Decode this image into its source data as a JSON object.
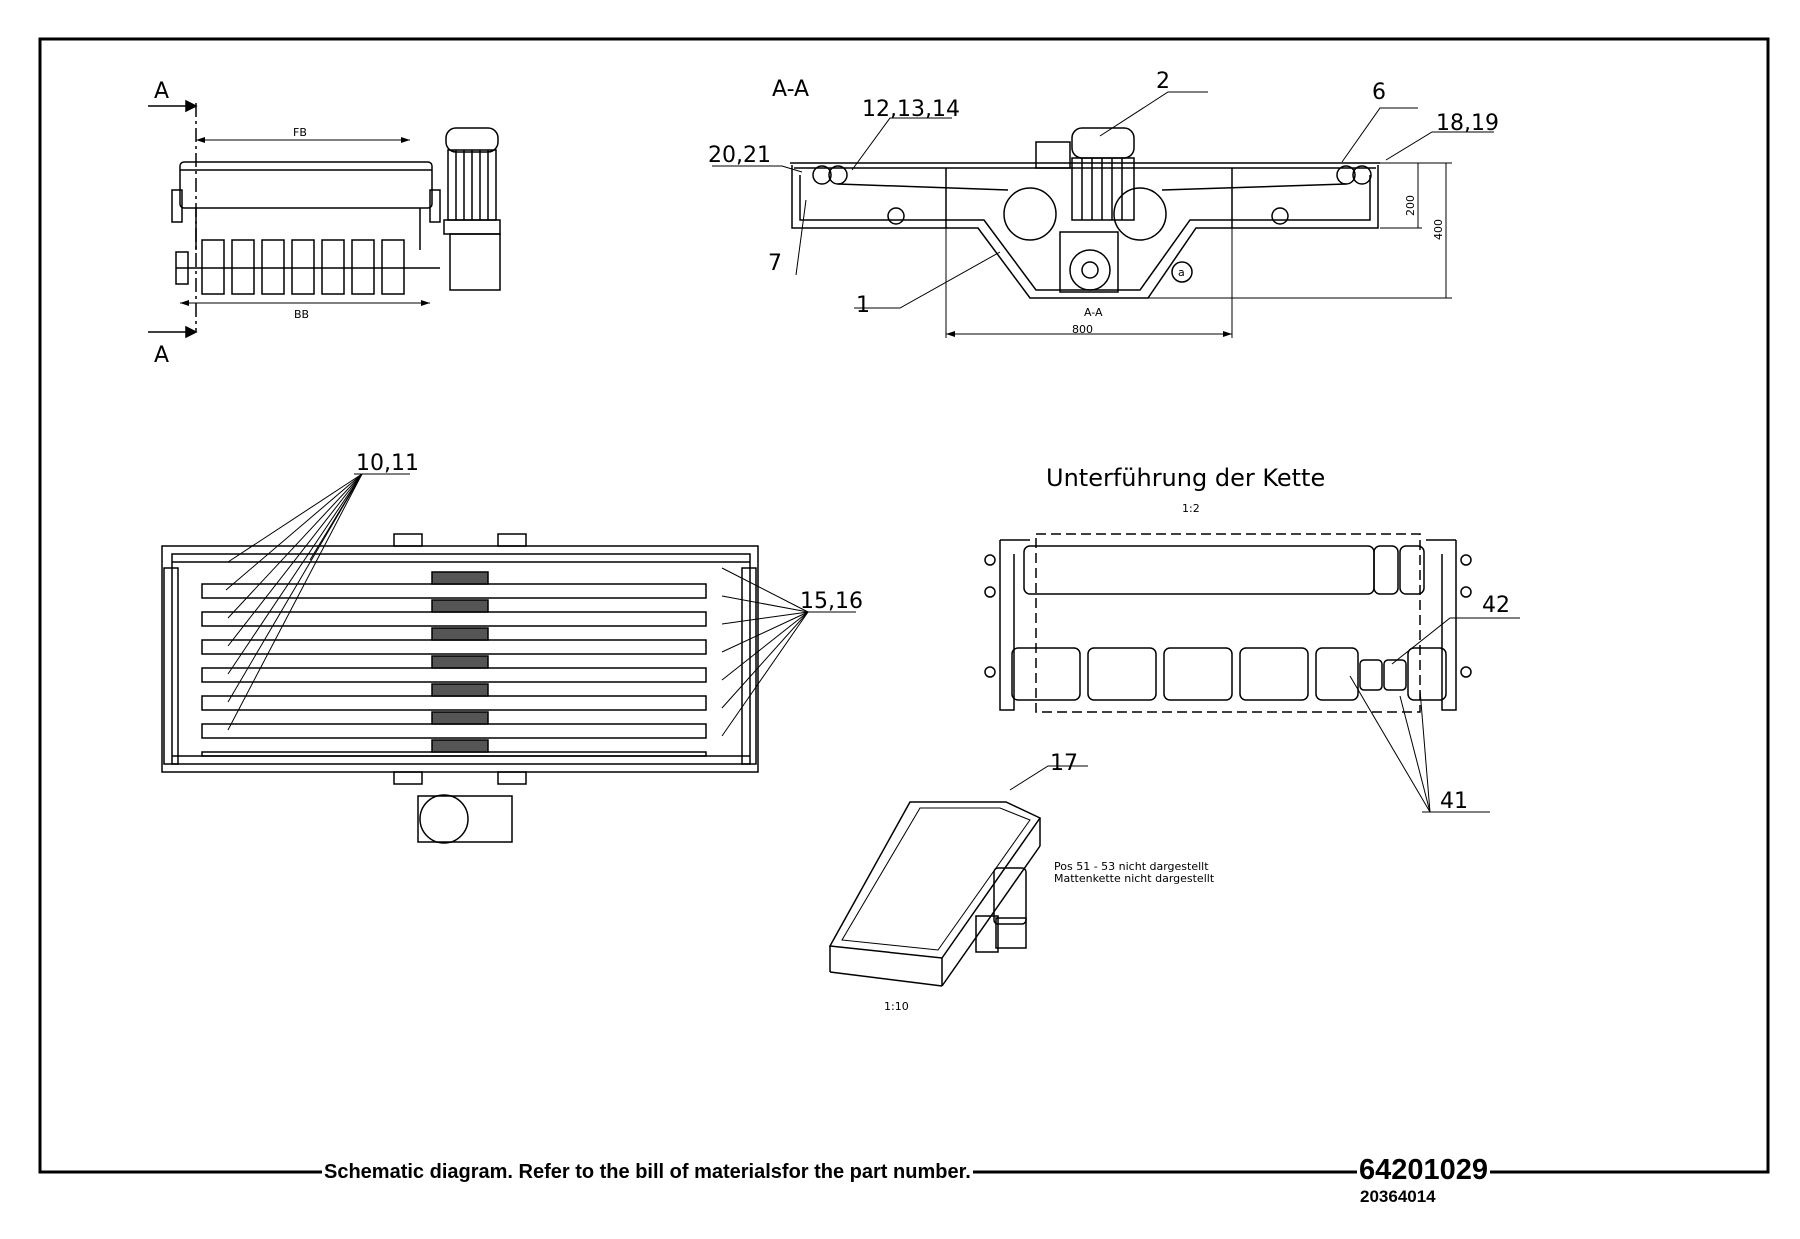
{
  "footer": {
    "note": "Schematic diagram. Refer to the bill of materialsfor the part number.",
    "drawing_number": "64201029",
    "sub_number": "20364014"
  },
  "views": {
    "top_left": {
      "section_mark_top": "A",
      "section_mark_bottom": "A",
      "dim_fb": "FB",
      "dim_bb": "BB"
    },
    "section": {
      "title": "A-A",
      "label_2": "2",
      "label_6": "6",
      "label_12_13_14": "12,13,14",
      "label_18_19": "18,19",
      "label_20_21": "20,21",
      "label_7": "7",
      "label_1": "1",
      "dim_200": "200",
      "dim_400": "400",
      "dim_800": "800",
      "mark_a": "a",
      "sub_caption": "A-A"
    },
    "plan": {
      "label_10_11": "10,11",
      "label_15_16": "15,16"
    },
    "detail": {
      "title": "Unterführung der Kette",
      "scale": "1:2",
      "label_42": "42",
      "label_41": "41"
    },
    "iso": {
      "label_17": "17",
      "scale": "1:10",
      "note_line1": "Pos 51 - 53 nicht dargestellt",
      "note_line2": "Mattenkette nicht dargestellt"
    }
  }
}
